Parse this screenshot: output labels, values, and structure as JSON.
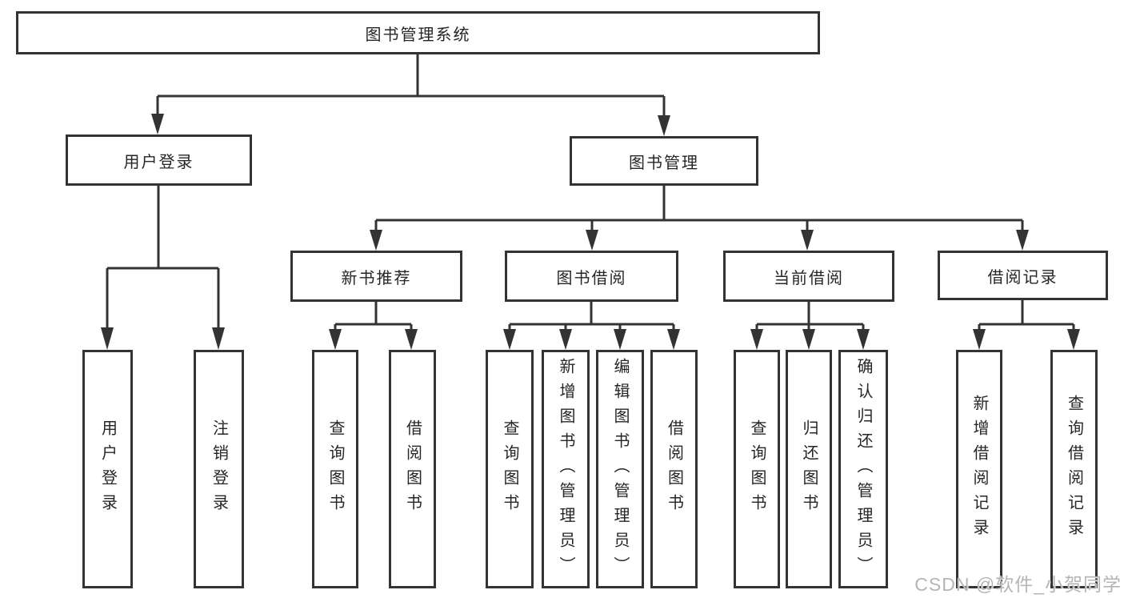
{
  "diagram_type": "hierarchy-tree",
  "colors": {
    "line": "#333333",
    "text": "#262626",
    "box_background": "#ffffff",
    "background": "#ffffff",
    "watermark": "#b5b5b5"
  },
  "tree": {
    "root": {
      "label": "图书管理系统"
    },
    "branches": [
      {
        "label": "用户登录",
        "children": [
          {
            "label": "用户登录"
          },
          {
            "label": "注销登录"
          }
        ]
      },
      {
        "label": "图书管理",
        "children": [
          {
            "label": "新书推荐",
            "children": [
              {
                "label": "查询图书"
              },
              {
                "label": "借阅图书"
              }
            ]
          },
          {
            "label": "图书借阅",
            "children": [
              {
                "label": "查询图书"
              },
              {
                "label": "新增图书（管理员）"
              },
              {
                "label": "编辑图书（管理员）"
              },
              {
                "label": "借阅图书"
              }
            ]
          },
          {
            "label": "当前借阅",
            "children": [
              {
                "label": "查询图书"
              },
              {
                "label": "归还图书"
              },
              {
                "label": "确认归还（管理员）"
              }
            ]
          },
          {
            "label": "借阅记录",
            "children": [
              {
                "label": "新增借阅记录"
              },
              {
                "label": "查询借阅记录"
              }
            ]
          }
        ]
      }
    ]
  },
  "watermark": "CSDN @软件_小贺同学"
}
